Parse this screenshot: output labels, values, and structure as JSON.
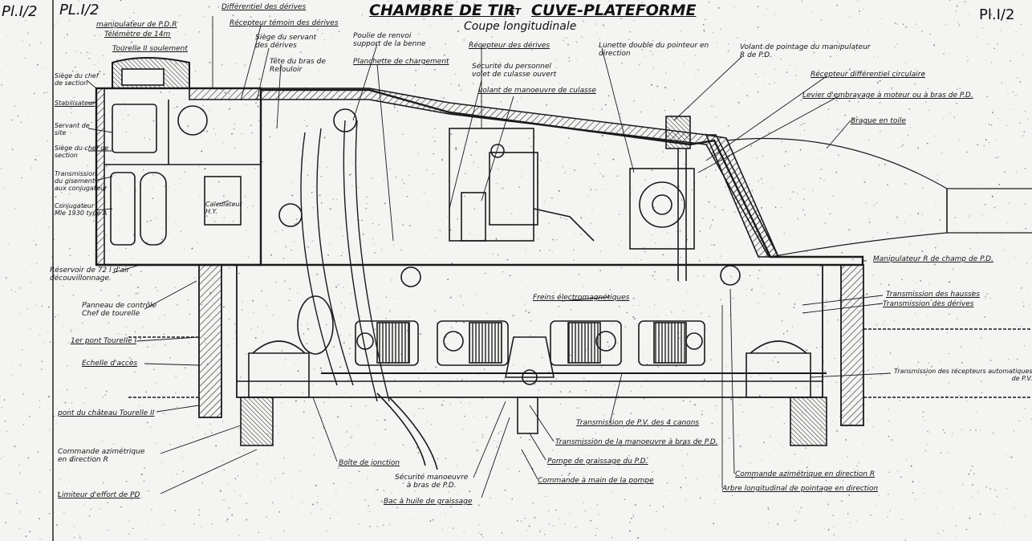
{
  "sheet": {
    "ref_left": "Pl.I/2",
    "ref_left2": "PL.I/2",
    "ref_right": "Pl.I/2",
    "title_main_a": "CHAMBRE DE TIR",
    "title_et": "ET",
    "title_main_b": "CUVE-PLATEFORME",
    "subtitle": "Coupe longitudinale"
  },
  "labels": {
    "manipulateur_pd": "manipulateur de P.D.R",
    "telemetre": "Télémètre de 14m",
    "tourelle_ii": "Tourelle II soulement",
    "siege_chef_section": "Siège du chef\nde section",
    "stabilisateur": "Stabilisateur",
    "servant_site": "Servant de\nsite",
    "siege_chef_section2": "Siège du chef de\nsection",
    "transmission_gisement": "Transmission\ndu gisement\naux conjugateur",
    "conjugateur": "Conjugateur\nMle 1930 type A",
    "reservoir": "Réservoir de 72 l d'air\ndécouvillonnage",
    "panneau": "Panneau de contrôle\nChef de tourelle",
    "pont_tourelle": "1er pont Tourelle I",
    "echelle": "Echelle d'accès",
    "pont_chateau": "pont du château Tourelle II",
    "commande_azimetrique_a": "Commande azimétrique\nen direction R",
    "limiteur": "Limiteur d'effort de PD",
    "differentiel": "Différentiel des dérives",
    "recepteur_temoin": "Récepteur témoin des dérives",
    "siege_servant": "Siège du servant\ndes dérives",
    "tete_refouloir": "Tête du bras de\nRefouloir",
    "calculateur": "Calculateur\nH.Y.",
    "poulie": "Poulie de renvoi\nsupport de la benne",
    "planchette": "Planchette de chargement",
    "recepteur_derives": "Récepteur des dérives",
    "securite_personnel": "Sécurité du personnel\nvolet de culasse ouvert",
    "volant_manoeuvre": "volant de manoeuvre de culasse",
    "lunette": "Lunette double du pointeur en\ndirection",
    "volant_pointage": "Volant de pointage du manipulateur\nR de P.D.",
    "recepteur_circulaire": "Récepteur différentiel circulaire",
    "levier_embrayage": "Levier d'embrayage à moteur ou à bras de P.D.",
    "brague": "Brague en toile",
    "manipulateur_champ": "Manipulateur R de champ de P.D.",
    "freins": "Freins électromagnétiques",
    "transmission_hausses": "Transmission des hausses",
    "transmission_derives": "Transmission des dérives",
    "transmission_recepteurs": "Transmission des récepteurs automatiques\nde P.V.",
    "transmission_pv": "Transmission de P.V. des 4 canons",
    "transmission_manoeuvre": "Transmission de la manoeuvre à bras de P.D.",
    "pompe": "Pompe de graissage du P.D.",
    "commande_main": "Commande à main de la pompe",
    "commande_azimetrique_r": "Commande azimétrique en direction R",
    "arbre": "Arbre longitudinal de pointage en direction",
    "boite": "Boîte de jonction",
    "securite_manoeuvre": "Sécurité manoeuvre\nà bras de P.D.",
    "bac": "Bac à huile de graissage"
  },
  "colors": {
    "paper": "#f4f4f2",
    "ink": "#151515"
  }
}
